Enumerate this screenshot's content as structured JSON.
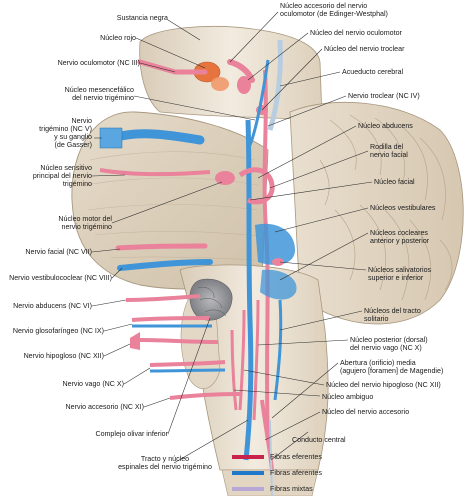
{
  "labels_left": {
    "sustancia_negra": "Sustancia negra",
    "nucleo_rojo": "Núcleo rojo",
    "nervio_oculomotor": "Nervio oculomotor (NC III)",
    "nucleo_mesencefalico": "Núcleo mesencefálico\ndel nervio trigémino",
    "nervio_trigemino": "Nervio\ntrigémino (NC V)\ny su ganglio\n(de Gasser)",
    "nucleo_sensitivo": "Núcleo sensitivo\nprincipal del nervio\ntrigémino",
    "nucleo_motor_trigemino": "Núcleo motor del\nnervio trigémino",
    "nervio_facial": "Nervio facial (NC VII)",
    "nervio_vestibulococlear": "Nervio vestibulococlear (NC VIII)",
    "nervio_abducens": "Nervio abducens (NC VI)",
    "nervio_glosofaringeo": "Nervio glosofaríngeo (NC IX)",
    "nervio_hipogloso": "Nervio hipogloso (NC XII)",
    "nervio_vago": "Nervio vago (NC X)",
    "nervio_accesorio": "Nervio accesorio (NC XI)",
    "complejo_olivar": "Complejo olivar inferior",
    "tracto_espinal": "Tracto y núcleo\nespinales del nervio trigémino"
  },
  "labels_right": {
    "nucleo_accesorio_oculomotor": "Núcleo accesorio del nervio\noculomotor (de Edinger-Westphal)",
    "nucleo_nervio_oculomotor": "Núcleo del nervio oculomotor",
    "nucleo_nervio_troclear": "Núcleo del nervio troclear",
    "acueducto_cerebral": "Acueducto cerebral",
    "nervio_troclear": "Nervio troclear (NC IV)",
    "nucleo_abducens": "Núcleo abducens",
    "rodilla_facial": "Rodilla del\nnervio facial",
    "nucleo_facial": "Núcleo facial",
    "nucleos_vestibulares": "Núcleos vestibulares",
    "nucleos_cocleares": "Núcleos cocleares\nanterior y posterior",
    "nucleos_salivatorios": "Núcleos salivatorios\nsuperior e inferior",
    "nucleos_tracto_solitario": "Núcleos del tracto\nsolitario",
    "nucleo_posterior_vago": "Núcleo posterior (dorsal)\ndel nervio vago (NC X)",
    "abertura_media": "Abertura (orificio) media\n(agujero [foramen] de Magendie)",
    "nucleo_hipogloso": "Núcleo del nervio hipogloso (NC XII)",
    "nucleo_ambiguo": "Núcleo ambiguo",
    "nucleo_nervio_accesorio": "Núcleo del nervio accesorio",
    "conducto_central": "Conducto central"
  },
  "legend": {
    "eferentes": "Fibras eferentes",
    "aferentes": "Fibras aferentes",
    "mixtas": "Fibras mixtas"
  },
  "colors": {
    "efferent": "#c8234a",
    "afferent": "#1f78c8",
    "mixed": "#b7a7d6",
    "brainstem": "#ece4d6",
    "cerebellum": "#e6dccb",
    "nerve_pink": "#e9829a",
    "nerve_blue": "#3f95d8"
  }
}
